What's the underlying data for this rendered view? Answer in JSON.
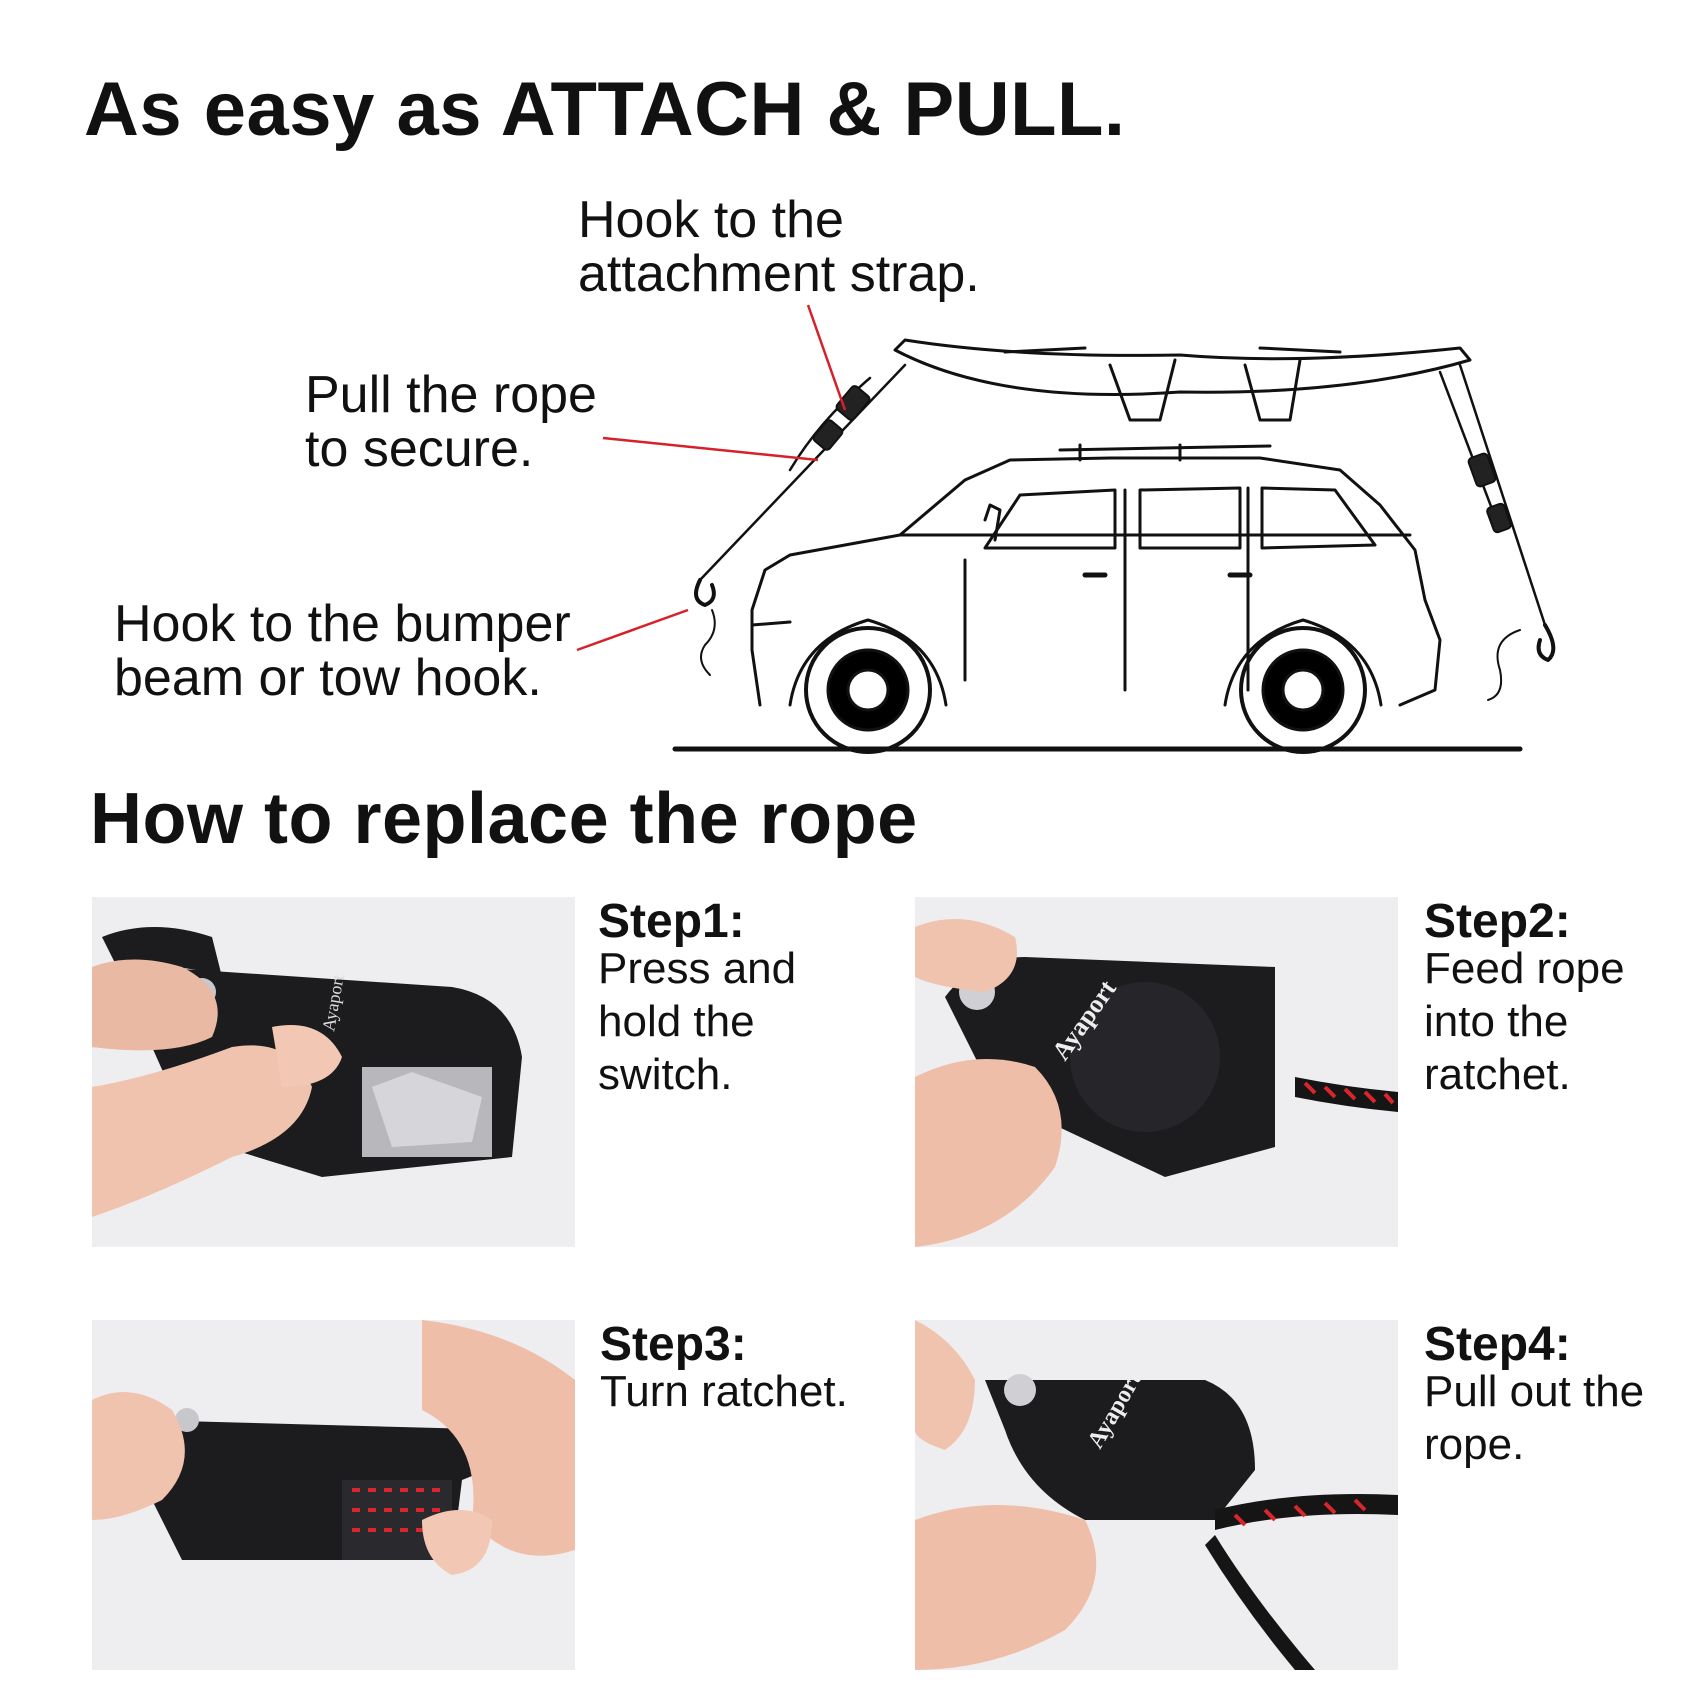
{
  "header": {
    "title": "As easy as ATTACH & PULL."
  },
  "callouts": {
    "strap": "Hook to the\nattachment strap.",
    "rope": "Pull the rope\nto secure.",
    "bumper": "Hook to the bumper\nbeam or tow hook."
  },
  "section": {
    "title": "How to replace the rope"
  },
  "steps": [
    {
      "title": "Step1:",
      "text": "Press and\nhold the\nswitch."
    },
    {
      "title": "Step2:",
      "text": "Feed rope\ninto the\nratchet."
    },
    {
      "title": "Step3:",
      "text": "Turn ratchet."
    },
    {
      "title": "Step4:",
      "text": "Pull out the\nrope."
    }
  ],
  "brand": {
    "logo": "Ayaport"
  },
  "colors": {
    "pointer": "#d6202a",
    "ratchet": "#1c1c1e",
    "rope_accent": "#d9262c",
    "photo_bg": "#eeeef0"
  }
}
